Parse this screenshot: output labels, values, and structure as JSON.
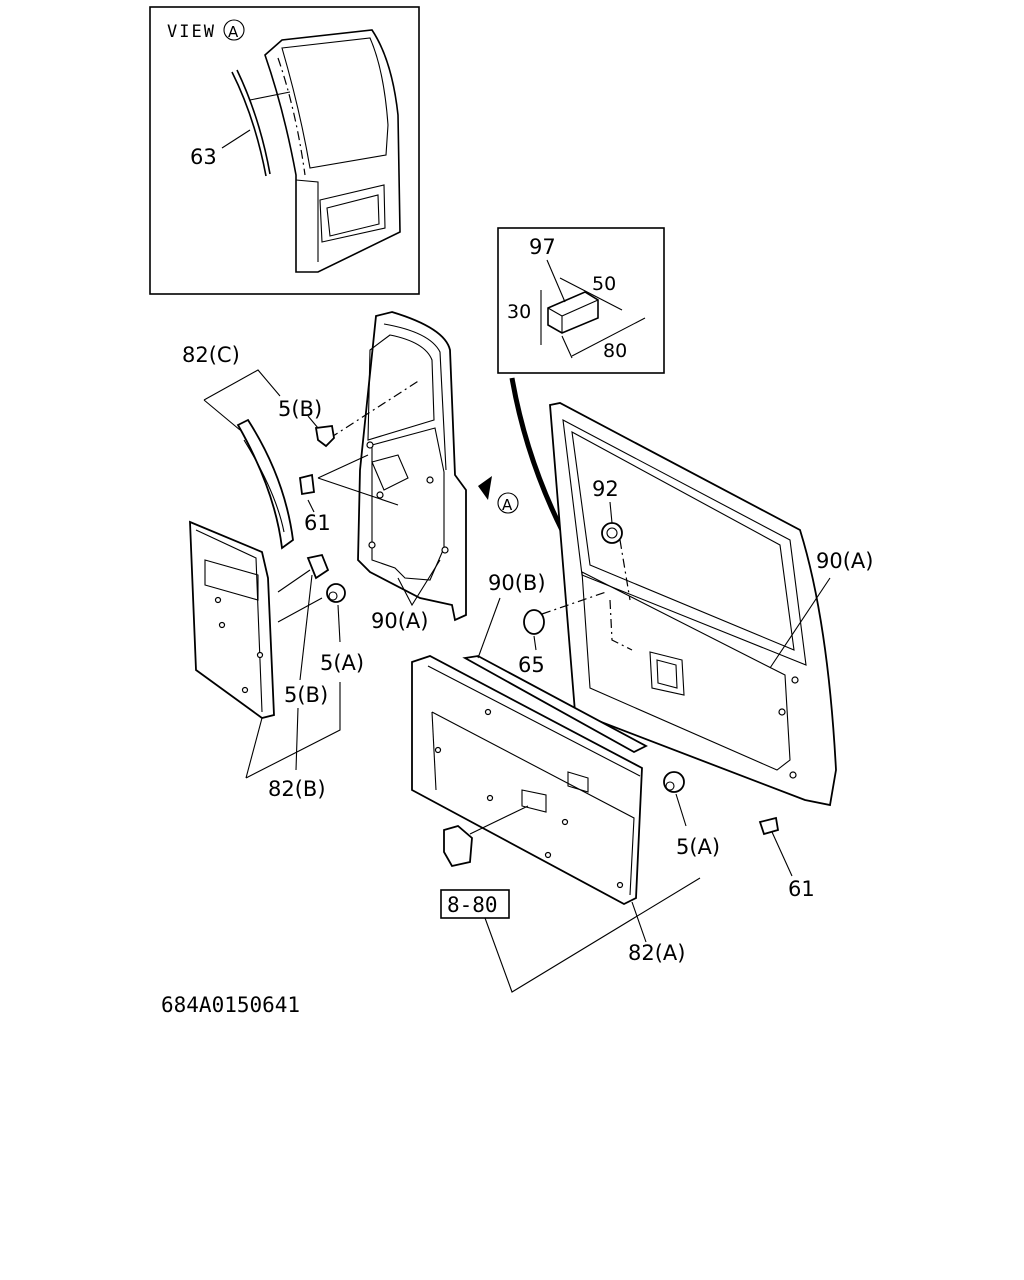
{
  "view": {
    "title": "VIEW",
    "marker": "A"
  },
  "callouts": {
    "c63": "63",
    "c82c": "82(C)",
    "c5b_top": "5(B)",
    "c61_left": "61",
    "c90a_left": "90(A)",
    "c5a_left": "5(A)",
    "c5b_left": "5(B)",
    "c82b": "82(B)",
    "c90b": "90(B)",
    "c65": "65",
    "c92": "92",
    "c90a_right": "90(A)",
    "c5a_right": "5(A)",
    "c61_right": "61",
    "c82a": "82(A)",
    "c8_80": "8-80",
    "arrow_marker": "A"
  },
  "detail": {
    "part": "97",
    "dim_top": "50",
    "dim_side": "30",
    "dim_bottom": "80"
  },
  "drawing_code": "684A0150641"
}
